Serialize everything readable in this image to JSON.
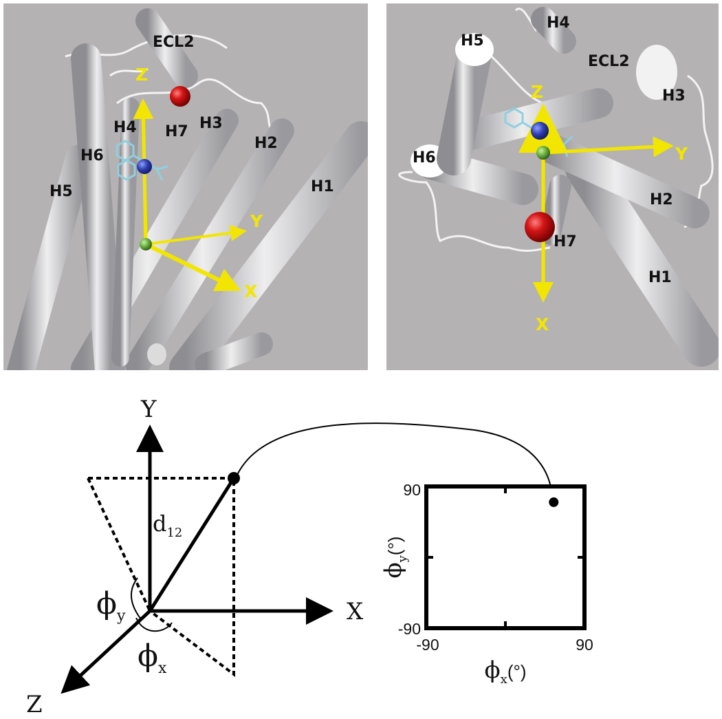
{
  "panels": {
    "left": {
      "helices": [
        "ECL2",
        "H4",
        "H6",
        "H5",
        "H7",
        "H3",
        "H2",
        "H1"
      ],
      "axes": {
        "z": "Z",
        "y": "Y",
        "x": "X"
      }
    },
    "right": {
      "helices": [
        "H4",
        "H5",
        "ECL2",
        "H3",
        "H6",
        "H2",
        "H7",
        "H1"
      ],
      "axes": {
        "z": "Z",
        "y": "Y",
        "x": "X"
      }
    }
  },
  "schematic": {
    "axis_y": "Y",
    "axis_x": "X",
    "axis_z": "Z",
    "distance": {
      "symbol": "d",
      "subscript": "12"
    },
    "angle_y": {
      "symbol": "ϕ",
      "subscript": "y"
    },
    "angle_x": {
      "symbol": "ϕ",
      "subscript": "x"
    }
  },
  "inset_plot": {
    "y_ticks": [
      "90",
      "-90"
    ],
    "x_ticks": [
      "-90",
      "90"
    ],
    "y_label": {
      "symbol": "ϕ",
      "subscript": "y",
      "unit": "(°)"
    },
    "x_label": {
      "symbol": "ϕ",
      "subscript": "x",
      "unit": "(°)"
    }
  },
  "chart_data": {
    "type": "scatter",
    "xlim": [
      -90,
      90
    ],
    "ylim": [
      -90,
      90
    ],
    "points": [
      {
        "x": 55,
        "y": 70
      }
    ],
    "xlabel": "ϕx(°)",
    "ylabel": "ϕy(°)",
    "x_ticks": [
      -90,
      90
    ],
    "y_ticks": [
      -90,
      90
    ],
    "grid": false
  },
  "colors": {
    "panel_bg": "#b5b2b4",
    "helix": "#d0d0d2",
    "axis_yellow": "#f2e600",
    "red_atom": "#c81010",
    "blue_atom": "#2f3fa0",
    "green_atom": "#6ab040"
  }
}
